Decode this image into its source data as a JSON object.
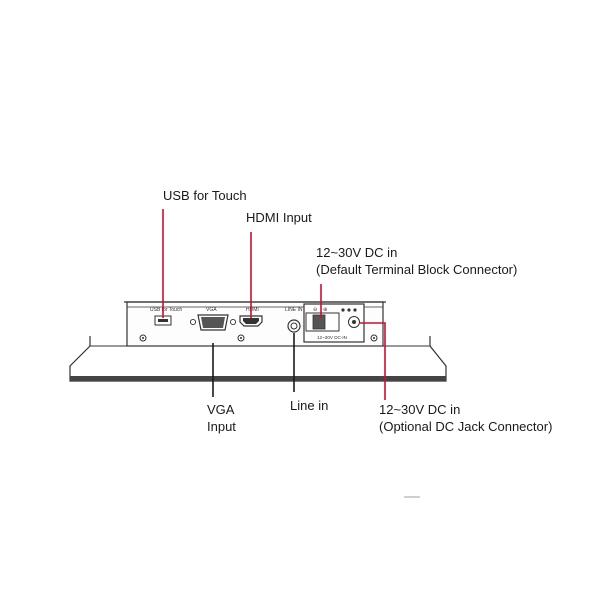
{
  "callouts": {
    "usb_touch": "USB for Touch",
    "hdmi_input": "HDMI Input",
    "dc_terminal_line1": "12~30V DC in",
    "dc_terminal_line2": "(Default Terminal Block Connector)",
    "vga_line1": "VGA",
    "vga_line2": "Input",
    "line_in": "Line in",
    "dc_jack_line1": "12~30V DC in",
    "dc_jack_line2": "(Optional DC Jack Connector)"
  },
  "panel_labels": {
    "usb": "USB for Touch",
    "vga": "VGA",
    "hdmi": "HDMI",
    "line_in": "LINE IN",
    "dc_in": "12~30V DC-IN",
    "terminal_minus": "⊖",
    "terminal_plus": "⊕"
  },
  "colors": {
    "leader": "#c8102e",
    "outline": "#333333",
    "text": "#1a1a1a"
  }
}
